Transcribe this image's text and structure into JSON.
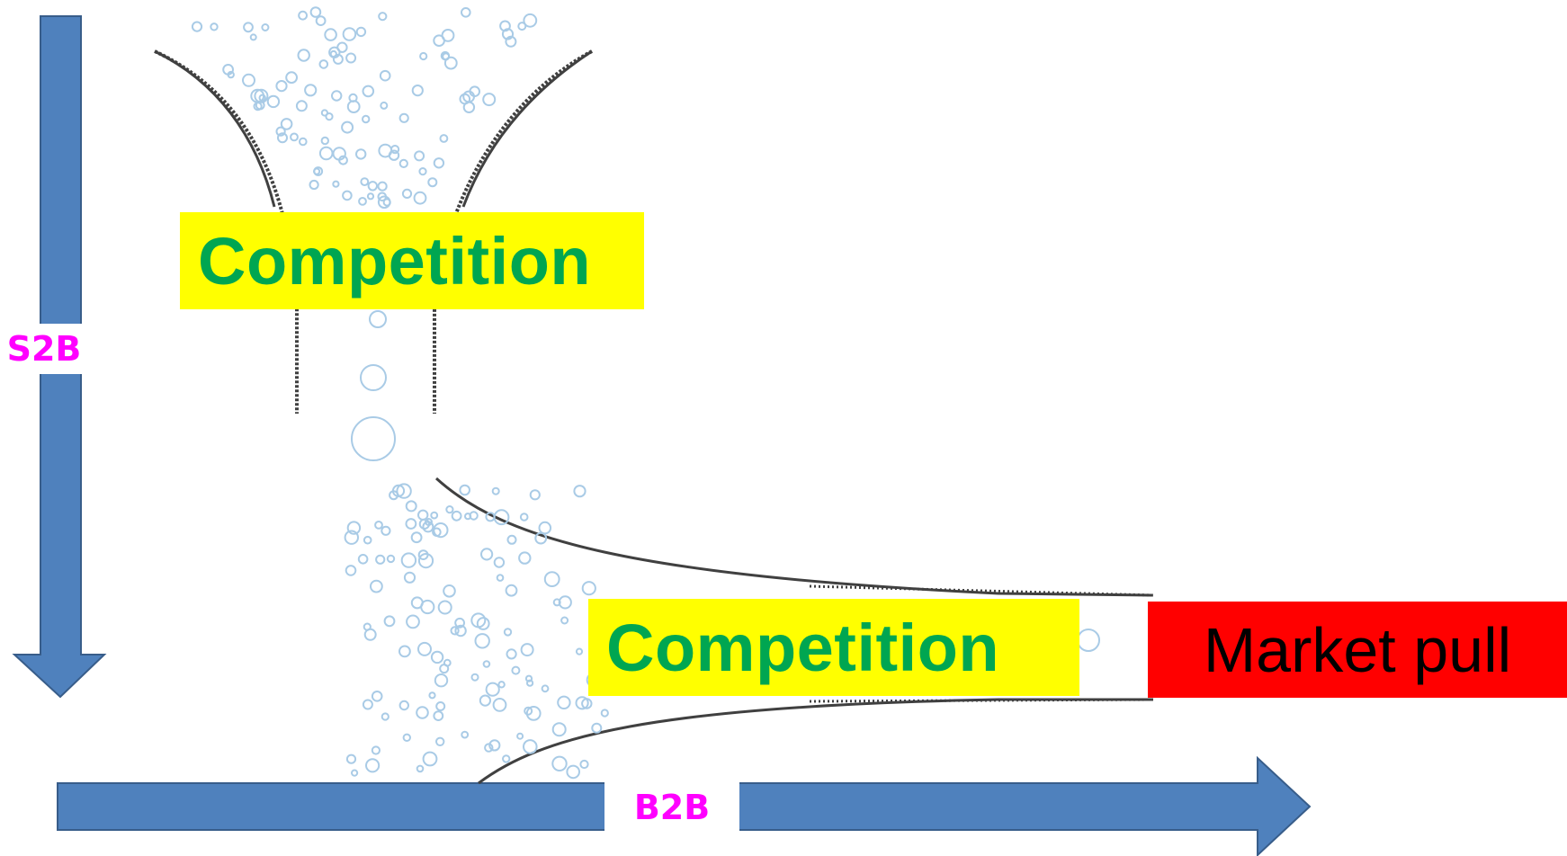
{
  "labels": {
    "competition_top": "Competition",
    "competition_bottom": "Competition",
    "market_pull": "Market pull",
    "s2b": "S2B",
    "b2b": "B2B"
  },
  "colors": {
    "arrow_fill": "#4f81bd",
    "arrow_stroke": "#385d8a",
    "competition_bg": "#ffff00",
    "competition_text": "#00a651",
    "market_bg": "#ff0000",
    "market_text": "#000000",
    "axis_label_text": "#ff00ff",
    "funnel_line": "#404040",
    "bubble_stroke": "#a9cbe6"
  }
}
